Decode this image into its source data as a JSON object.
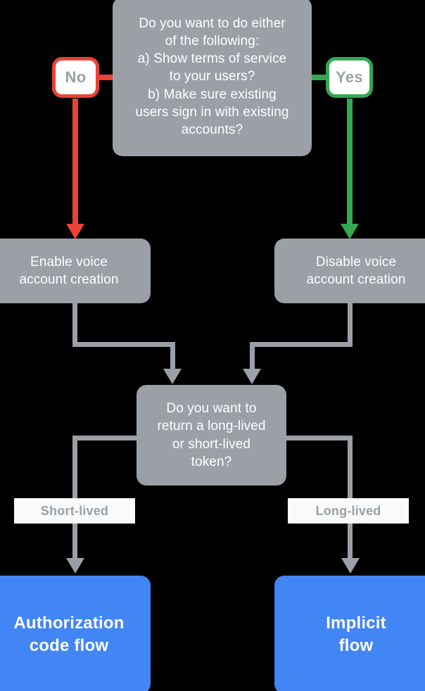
{
  "diagram": {
    "title": "Voice account linking flow decision chart",
    "background": "#000000",
    "colors": {
      "node_gray": "#9aa0a6",
      "node_blue": "#4285f4",
      "no_red": "#ea4335",
      "yes_green": "#34a853",
      "connector_gray": "#9aa0a6",
      "label_bg": "#fafafa",
      "text_white": "#ffffff"
    },
    "nodes": {
      "question_top": "Do you want to do either\nof the following:\na) Show terms of service\nto your users?\nb) Make sure existing\nusers sign in with existing\naccounts?",
      "no_pill": "No",
      "yes_pill": "Yes",
      "enable_voice": "Enable voice\naccount creation",
      "disable_voice": "Disable voice\naccount creation",
      "question_token": "Do you want to\nreturn a long-lived\nor short-lived\ntoken?",
      "short_lived_label": "Short-lived",
      "long_lived_label": "Long-lived",
      "auth_code_flow": "Authorization\ncode flow",
      "implicit_flow": "Implicit\nflow"
    }
  }
}
